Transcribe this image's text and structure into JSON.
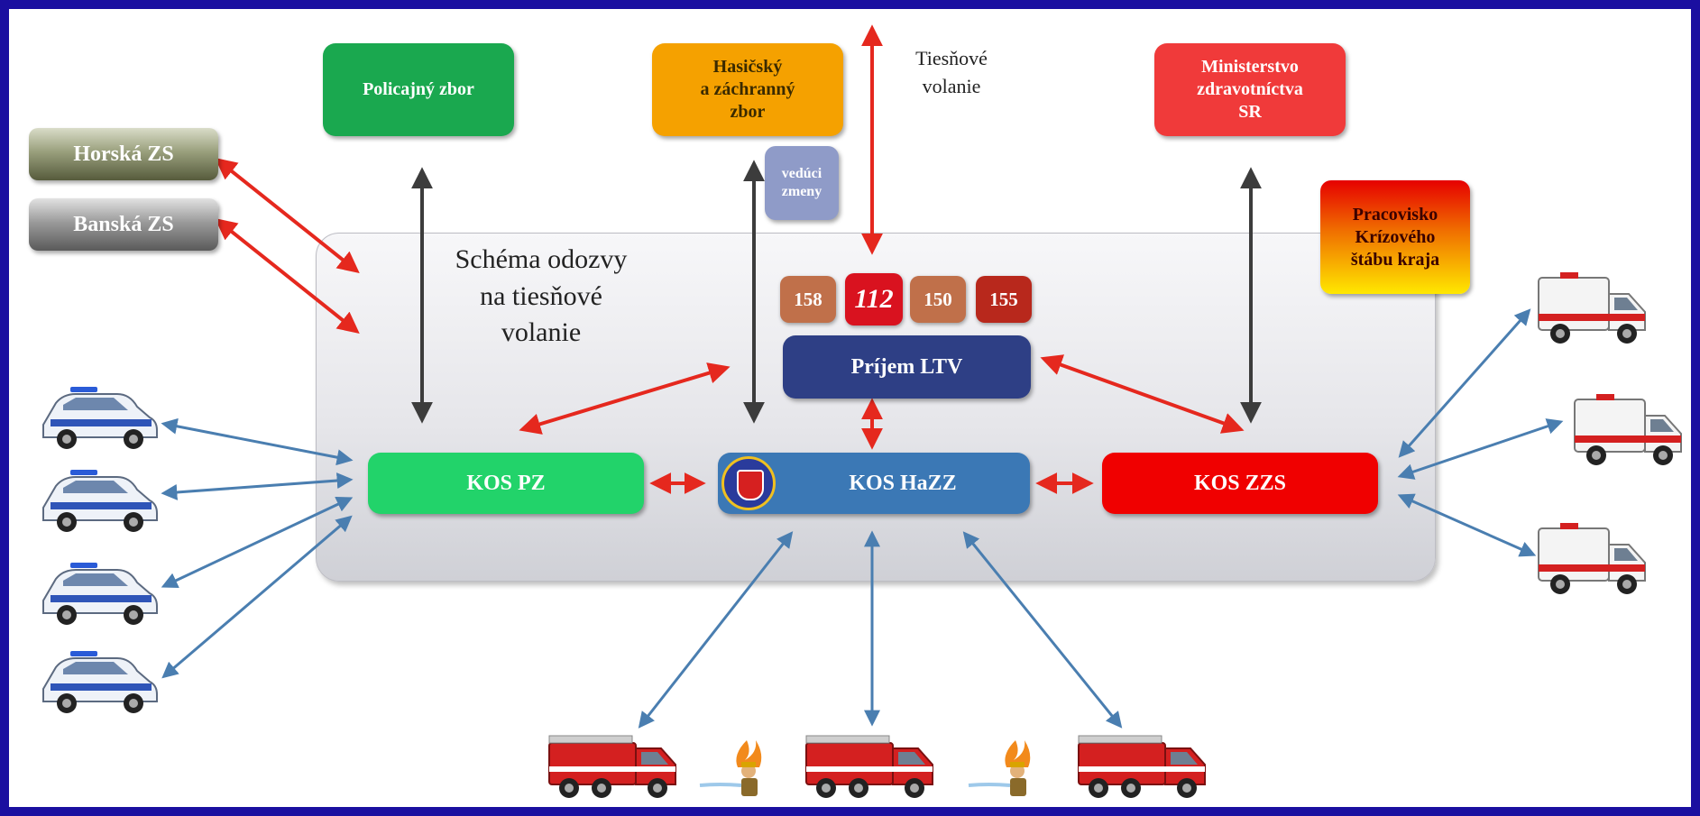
{
  "diagram": {
    "title": "Schéma odozvy\nna tiesňové\nvolanie",
    "emergency_call": "Tiesňové\nvolanie",
    "nodes": {
      "horska_zs": "Horská ZS",
      "banska_zs": "Banská ZS",
      "policajny_zbor": "Policajný zbor",
      "hasicsky_zbor": "Hasičský\na záchranný\nzbor",
      "veduci_zmeny": "vedúci\nzmeny",
      "ministerstvo": "Ministerstvo\nzdravotníctva\nSR",
      "krizovy_stab": "Pracovisko\nKrízového\nštábu kraja",
      "prijem_ltv": "Príjem LTV",
      "kos_pz": "KOS PZ",
      "kos_hazz": "KOS HaZZ",
      "kos_zzs": "KOS ZZS"
    },
    "numbers": [
      "158",
      "112",
      "150",
      "155"
    ],
    "icons": {
      "police_car": "police-car-icon",
      "ambulance": "ambulance-icon",
      "fire_truck": "fire-truck-icon",
      "firefighter": "firefighter-icon",
      "emblem": "fire-rescue-emblem-icon"
    },
    "colors": {
      "frame": "#1a0fa0",
      "police": "#1aa84f",
      "fire": "#f5a100",
      "health": "#f03a3a",
      "ltv": "#2e3f85",
      "kos_pz": "#22d36a",
      "kos_hazz": "#3b78b5",
      "kos_zzs": "#f00000",
      "red_arrow": "#e5281e",
      "blue_arrow": "#4a7eb0",
      "dark_arrow": "#3c3c3c"
    }
  }
}
